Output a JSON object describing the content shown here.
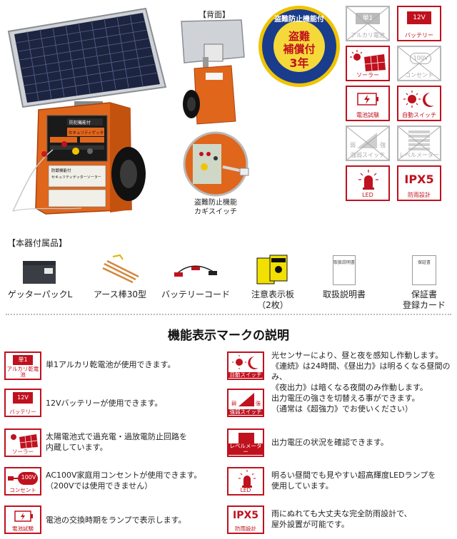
{
  "back_label": "【背面】",
  "seal": {
    "line1": "盗難防止機能付",
    "line2": "盗難",
    "line3": "補償付",
    "line4": "3年"
  },
  "key_caption": {
    "line1": "盗難防止機能",
    "line2": "カギスイッチ"
  },
  "product_labels": {
    "panel_top": "防犯機能付",
    "panel_name": "セキュリティゲッター",
    "body_tag": "防獣機能付",
    "body_name": "セキュリティゲッターソーラー"
  },
  "features_top": [
    {
      "label": "アルカリ電池",
      "state": "off",
      "badge": "単1"
    },
    {
      "label": "バッテリー",
      "state": "on",
      "badge": "12V"
    },
    {
      "label": "ソーラー",
      "state": "on"
    },
    {
      "label": "コンセント",
      "state": "off",
      "badge": "100V"
    },
    {
      "label": "電池試験",
      "state": "on"
    },
    {
      "label": "自動スイッチ",
      "state": "on"
    },
    {
      "label": "強弱スイッチ",
      "state": "off",
      "small_left": "弱",
      "small_right": "強"
    },
    {
      "label": "レベルメーター",
      "state": "off"
    },
    {
      "label": "LED",
      "state": "on"
    },
    {
      "label": "防雨設計",
      "state": "on",
      "badge": "IPX5"
    }
  ],
  "accessories": {
    "title": "【本器付属品】",
    "items": [
      {
        "name": "ゲッターパックL",
        "sub": ""
      },
      {
        "name": "アース棒30型",
        "sub": ""
      },
      {
        "name": "バッテリーコード",
        "sub": ""
      },
      {
        "name": "注意表示板",
        "sub": "（2枚）"
      },
      {
        "name": "取扱説明書",
        "sub": ""
      },
      {
        "name": "保証書",
        "sub": "登録カード"
      }
    ],
    "doc1": "取扱説明書",
    "doc2": "保証書"
  },
  "section_title": "機能表示マークの説明",
  "legend": [
    {
      "label": "アルカリ乾電池",
      "badge": "単1",
      "text1": "単1アルカリ乾電池が使用できます。",
      "text2": ""
    },
    {
      "label": "自動スイッチ",
      "text1": "光センサーにより、昼と夜を感知し作動します。",
      "text2": "《連続》は24時間、《昼出力》は明るくなる昼間のみ、",
      "text3": "《夜出力》は暗くなる夜間のみ作動します。"
    },
    {
      "label": "バッテリー",
      "badge": "12V",
      "text1": "12Vバッテリーが使用できます。",
      "text2": ""
    },
    {
      "label": "強弱スイッチ",
      "small_left": "弱",
      "small_right": "強",
      "text1": "出力電圧の強さを切替える事ができます。",
      "text2": "（通常は《超強力》でお使いください）"
    },
    {
      "label": "ソーラー",
      "text1": "太陽電池式で過充電・過放電防止回路を",
      "text2": "内蔵しています。"
    },
    {
      "label": "レベルメーター",
      "text1": "出力電圧の状況を確認できます。",
      "text2": ""
    },
    {
      "label": "コンセント",
      "badge": "100V",
      "text1": "AC100V家庭用コンセントが使用できます。",
      "text2": "（200Vでは使用できません）"
    },
    {
      "label": "LED",
      "text1": "明るい昼間でも見やすい超高輝度LEDランプを",
      "text2": "使用しています。"
    },
    {
      "label": "電池試験",
      "text1": "電池の交換時期をランプで表示します。",
      "text2": ""
    },
    {
      "label": "防雨設計",
      "badge": "IPX5",
      "text1": "雨にぬれても大丈夫な完全防雨設計で、",
      "text2": "屋外設置が可能です。"
    }
  ],
  "colors": {
    "accent": "#c0111e",
    "disabled": "#b5b5b5",
    "seal_blue": "#1a3c8c",
    "seal_gold": "#f0c400",
    "body_orange": "#e0661c"
  }
}
